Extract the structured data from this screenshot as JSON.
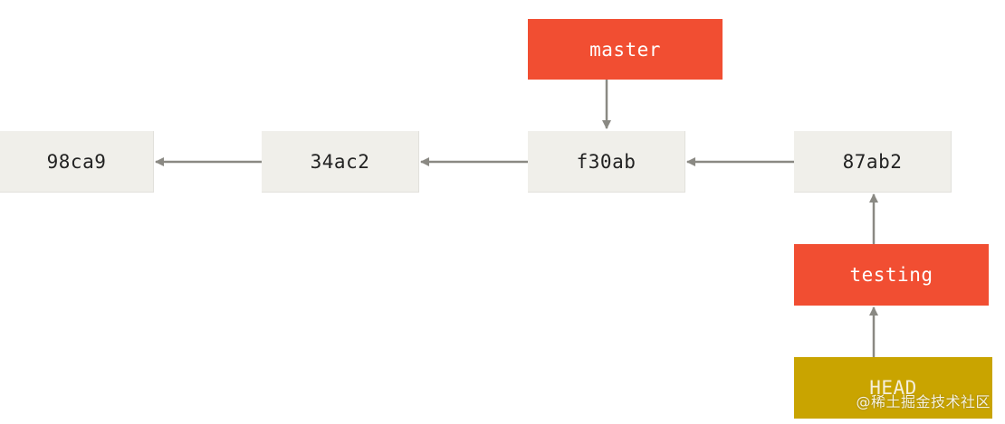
{
  "colors": {
    "commit_bg": "#f0efea",
    "branch_bg": "#f14e32",
    "head_bg": "#c9a400",
    "arrow": "#8a8983",
    "text_dark": "#222222"
  },
  "commits": [
    {
      "id": "98ca9"
    },
    {
      "id": "34ac2"
    },
    {
      "id": "f30ab"
    },
    {
      "id": "87ab2"
    }
  ],
  "branches": {
    "master": {
      "label": "master",
      "points_to": "f30ab"
    },
    "testing": {
      "label": "testing",
      "points_to": "87ab2"
    }
  },
  "head": {
    "label": "HEAD",
    "points_to": "testing"
  },
  "watermark": "@稀土掘金技术社区"
}
